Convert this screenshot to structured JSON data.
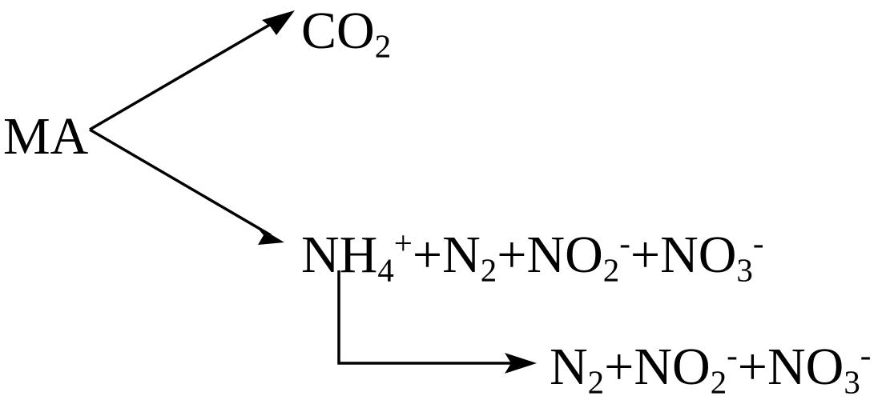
{
  "diagram": {
    "source_label": "MA",
    "co2": {
      "base": "CO",
      "sub": "2"
    },
    "middle": {
      "nh4_base": "NH",
      "nh4_sub": "4",
      "nh4_sup": "+",
      "plus1": "+",
      "n2_base": "N",
      "n2_sub": "2",
      "plus2": "+",
      "no2_base": "NO",
      "no2_sub": "2",
      "no2_sup": "-",
      "plus3": "+",
      "no3_base": "NO",
      "no3_sub": "3",
      "no3_sup": "-"
    },
    "bottom": {
      "n2_base": "N",
      "n2_sub": "2",
      "plus1": "+",
      "no2_base": "NO",
      "no2_sub": "2",
      "no2_sup": "-",
      "plus2": "+",
      "no3_base": "NO",
      "no3_sub": "3",
      "no3_sup": "-"
    },
    "colors": {
      "ink": "#000000",
      "background": "#ffffff"
    }
  }
}
